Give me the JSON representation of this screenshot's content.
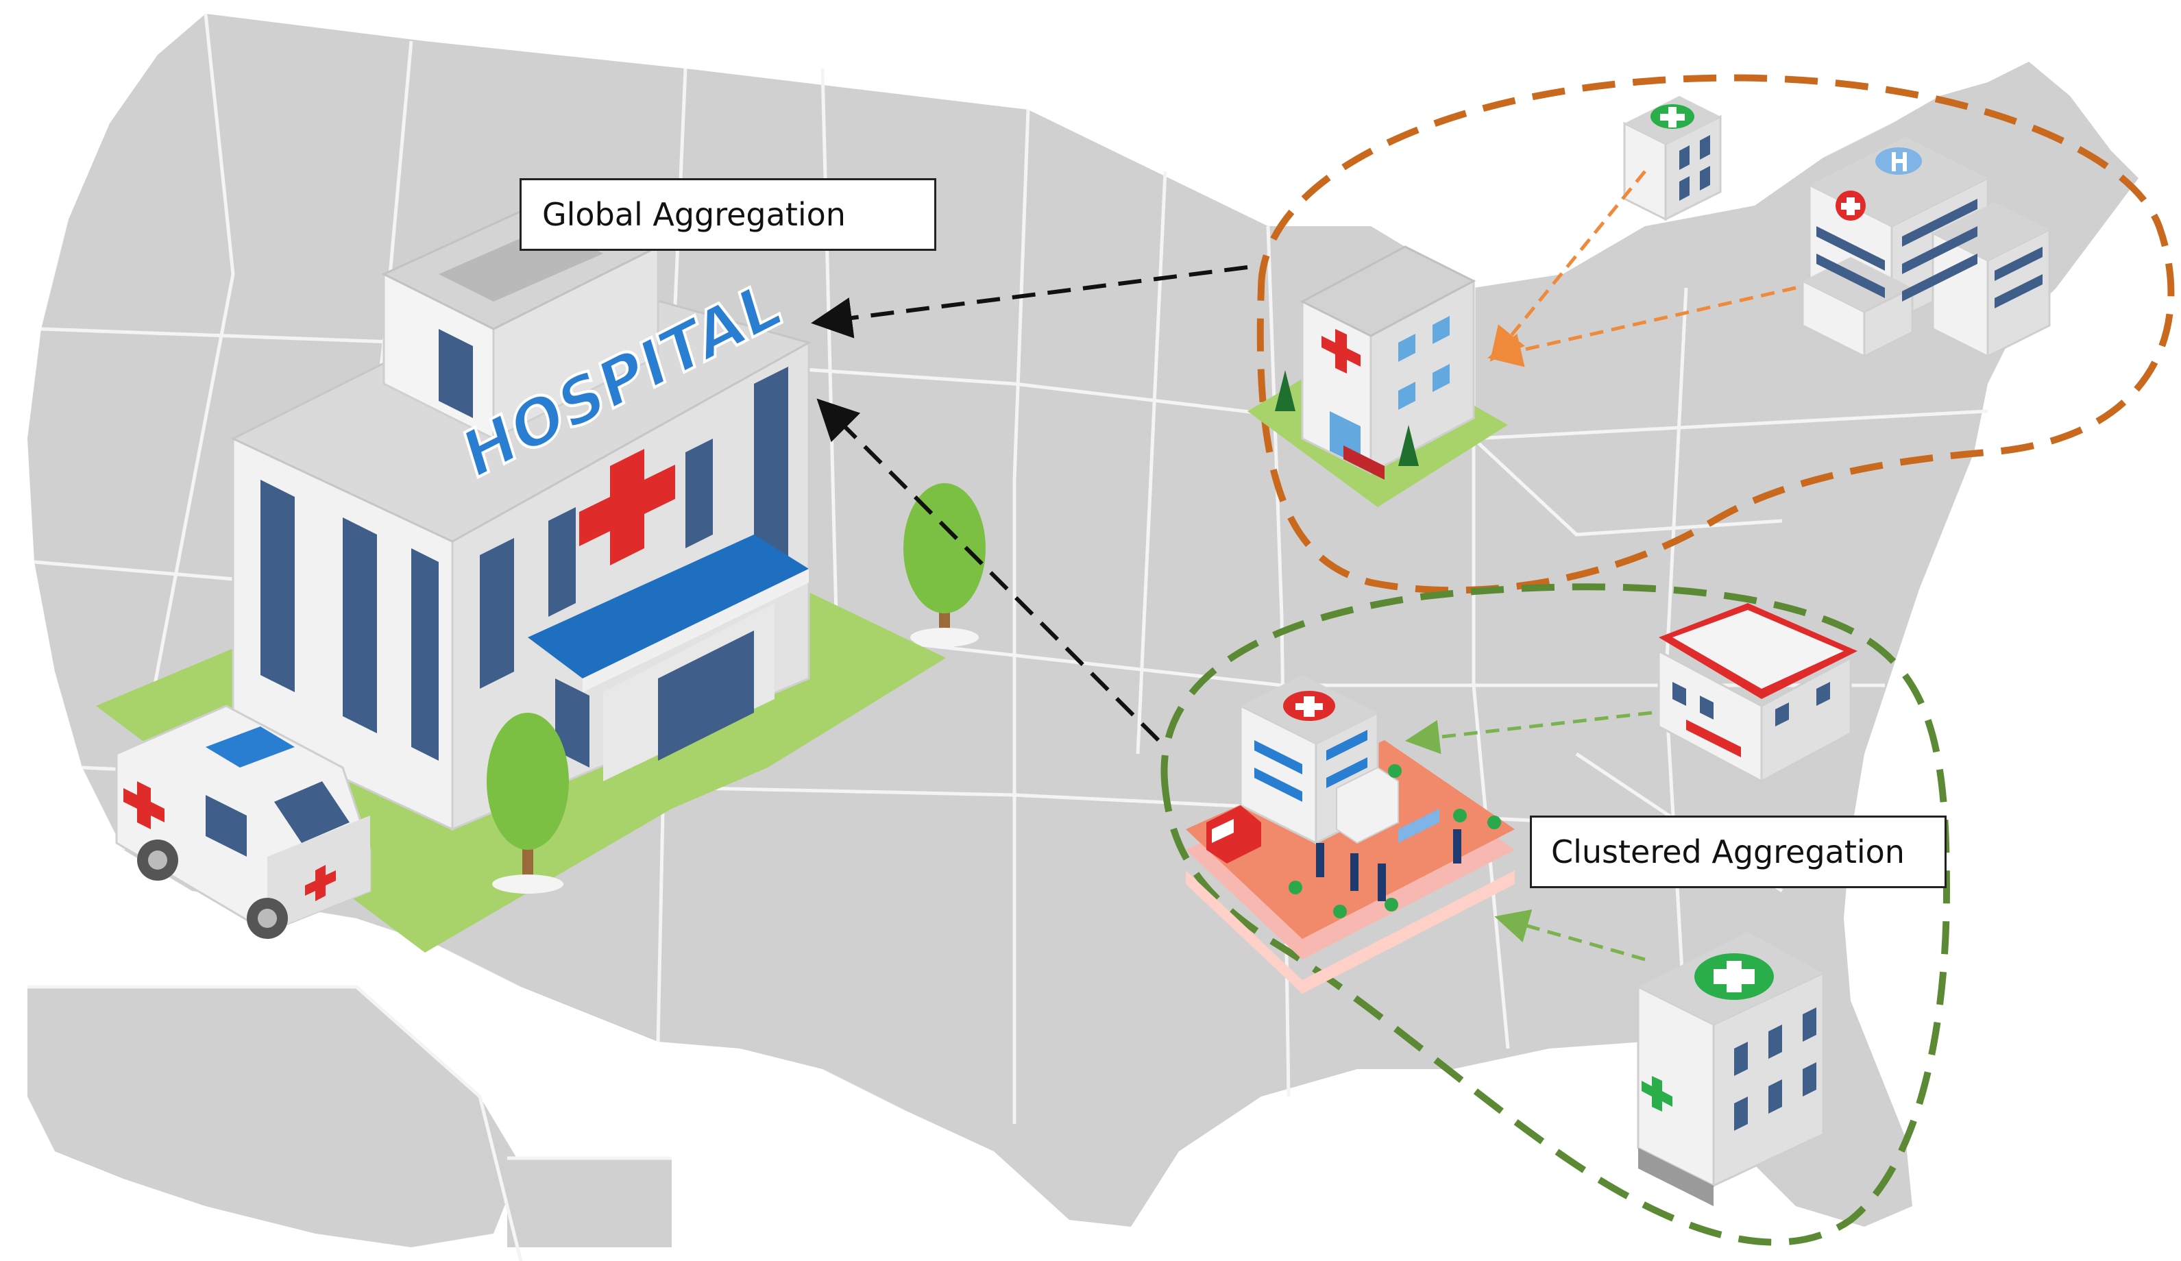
{
  "labels": {
    "global": "Global Aggregation",
    "clustered": "Clustered Aggregation"
  },
  "signage": {
    "main_hospital": "HOSPITAL"
  },
  "icons": [
    "main-hospital-building-icon",
    "ambulance-icon",
    "tree-icon",
    "clinic-building-icon",
    "hospital-complex-icon",
    "medical-campus-icon",
    "pharmacy-building-icon"
  ],
  "colors": {
    "map_land": "#d0d0d0",
    "map_border": "#f4f4f4",
    "orange_cluster": "#c8691e",
    "green_cluster": "#5c8a34",
    "global_arrow": "#111111",
    "orange_arrow": "#ee8a3a",
    "green_arrow": "#7ab24e",
    "hospital_blue": "#2a7ed1",
    "red_cross": "#e02b2b"
  }
}
